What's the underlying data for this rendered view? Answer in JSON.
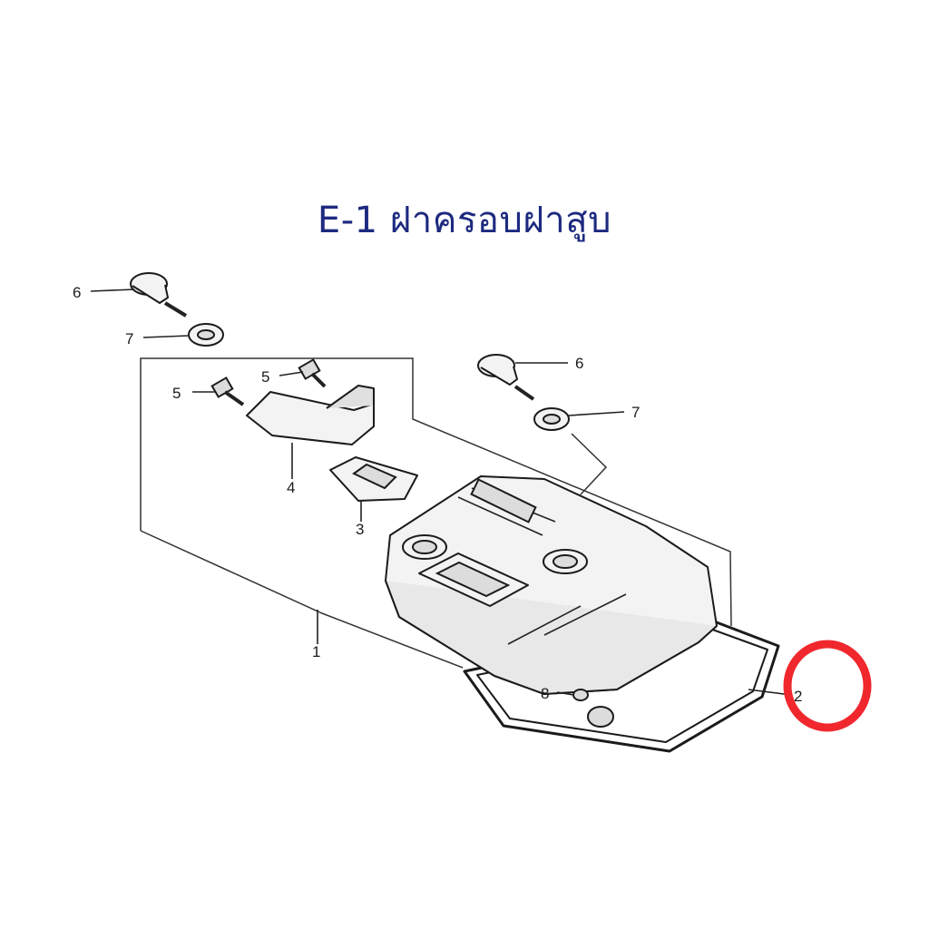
{
  "title": "E-1 ฝาครอบฝาสูบ",
  "callouts": [
    "1",
    "2",
    "3",
    "4",
    "5",
    "5",
    "6",
    "6",
    "7",
    "7",
    "8"
  ],
  "highlight": {
    "target_part": "2",
    "color": "#f0282e"
  },
  "colors": {
    "title": "#1d2a80",
    "line": "#1b1b1b"
  }
}
